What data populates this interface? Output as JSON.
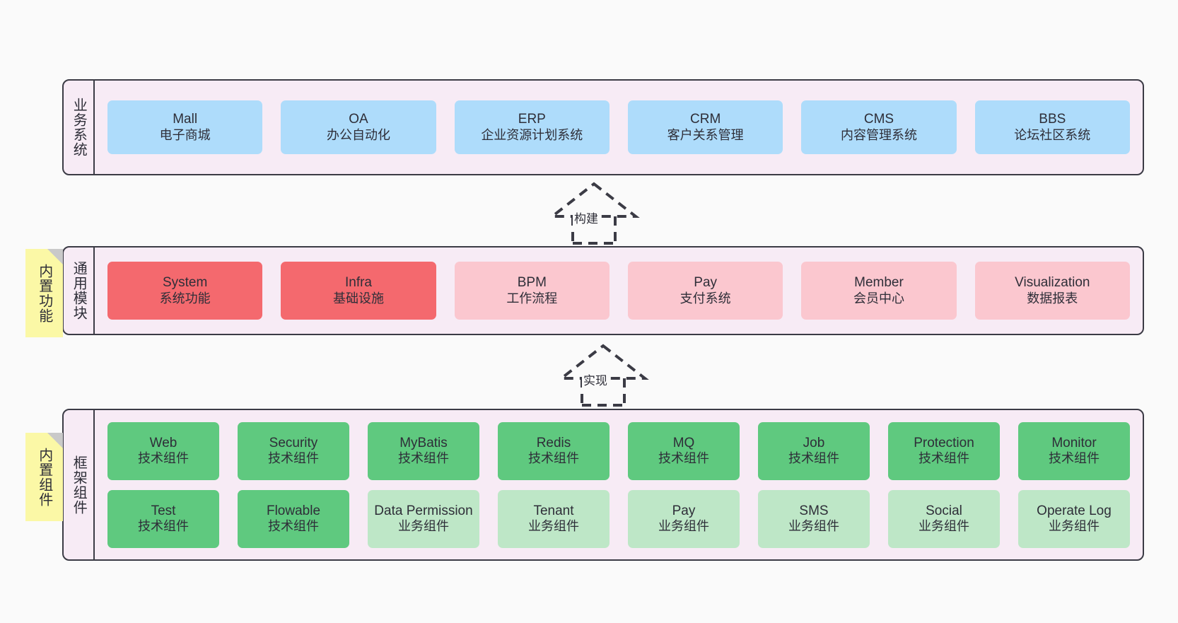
{
  "diagram": {
    "type": "layered-architecture",
    "background_color": "#fafafa",
    "panel_color": "#f7ebf5",
    "panel_border_color": "#3b3b45",
    "sticky_color": "#fbf8a6"
  },
  "layers": [
    {
      "id": "business",
      "title": "业务系统",
      "sticky": null,
      "rows": [
        {
          "nodes": [
            {
              "title": "Mall",
              "sub": "电子商城",
              "style": "blue",
              "color": "#aedcfb"
            },
            {
              "title": "OA",
              "sub": "办公自动化",
              "style": "blue",
              "color": "#aedcfb"
            },
            {
              "title": "ERP",
              "sub": "企业资源计划系统",
              "style": "blue",
              "color": "#aedcfb"
            },
            {
              "title": "CRM",
              "sub": "客户关系管理",
              "style": "blue",
              "color": "#aedcfb"
            },
            {
              "title": "CMS",
              "sub": "内容管理系统",
              "style": "blue",
              "color": "#aedcfb"
            },
            {
              "title": "BBS",
              "sub": "论坛社区系统",
              "style": "blue",
              "color": "#aedcfb"
            }
          ]
        }
      ]
    },
    {
      "id": "common",
      "title": "通用模块",
      "sticky": "内置功能",
      "rows": [
        {
          "nodes": [
            {
              "title": "System",
              "sub": "系统功能",
              "style": "red",
              "color": "#f4696e"
            },
            {
              "title": "Infra",
              "sub": "基础设施",
              "style": "red",
              "color": "#f4696e"
            },
            {
              "title": "BPM",
              "sub": "工作流程",
              "style": "pink",
              "color": "#fbc7cf"
            },
            {
              "title": "Pay",
              "sub": "支付系统",
              "style": "pink",
              "color": "#fbc7cf"
            },
            {
              "title": "Member",
              "sub": "会员中心",
              "style": "pink",
              "color": "#fbc7cf"
            },
            {
              "title": "Visualization",
              "sub": "数据报表",
              "style": "pink",
              "color": "#fbc7cf"
            }
          ]
        }
      ]
    },
    {
      "id": "frame",
      "title": "框架组件",
      "sticky": "内置组件",
      "rows": [
        {
          "nodes": [
            {
              "title": "Web",
              "sub": "技术组件",
              "style": "green",
              "color": "#5fc97f"
            },
            {
              "title": "Security",
              "sub": "技术组件",
              "style": "green",
              "color": "#5fc97f"
            },
            {
              "title": "MyBatis",
              "sub": "技术组件",
              "style": "green",
              "color": "#5fc97f"
            },
            {
              "title": "Redis",
              "sub": "技术组件",
              "style": "green",
              "color": "#5fc97f"
            },
            {
              "title": "MQ",
              "sub": "技术组件",
              "style": "green",
              "color": "#5fc97f"
            },
            {
              "title": "Job",
              "sub": "技术组件",
              "style": "green",
              "color": "#5fc97f"
            },
            {
              "title": "Protection",
              "sub": "技术组件",
              "style": "green",
              "color": "#5fc97f"
            },
            {
              "title": "Monitor",
              "sub": "技术组件",
              "style": "green",
              "color": "#5fc97f"
            }
          ]
        },
        {
          "nodes": [
            {
              "title": "Test",
              "sub": "技术组件",
              "style": "green",
              "color": "#5fc97f"
            },
            {
              "title": "Flowable",
              "sub": "技术组件",
              "style": "green",
              "color": "#5fc97f"
            },
            {
              "title": "Data Permission",
              "sub": "业务组件",
              "style": "green-light",
              "color": "#bee7c7"
            },
            {
              "title": "Tenant",
              "sub": "业务组件",
              "style": "green-light",
              "color": "#bee7c7"
            },
            {
              "title": "Pay",
              "sub": "业务组件",
              "style": "green-light",
              "color": "#bee7c7"
            },
            {
              "title": "SMS",
              "sub": "业务组件",
              "style": "green-light",
              "color": "#bee7c7"
            },
            {
              "title": "Social",
              "sub": "业务组件",
              "style": "green-light",
              "color": "#bee7c7"
            },
            {
              "title": "Operate Log",
              "sub": "业务组件",
              "style": "green-light",
              "color": "#bee7c7"
            }
          ]
        }
      ]
    }
  ],
  "connectors": [
    {
      "id": "build",
      "label": "构建",
      "from": "common",
      "to": "business",
      "style": "dashed-generalization"
    },
    {
      "id": "implement",
      "label": "实现",
      "from": "frame",
      "to": "common",
      "style": "dashed-generalization"
    }
  ]
}
